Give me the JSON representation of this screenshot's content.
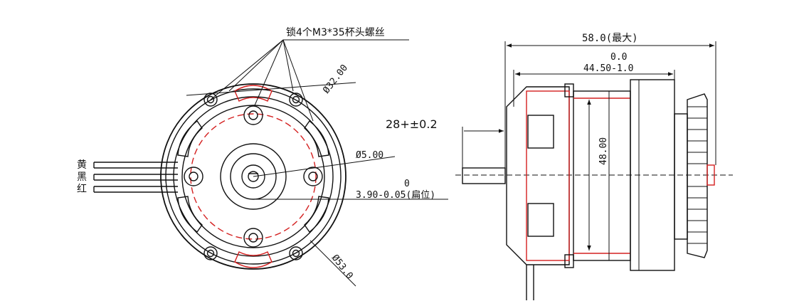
{
  "front_view": {
    "screw_note": "锁4个M3*35杯头螺丝",
    "dia_32": "Ø32.00",
    "dia_5": "Ø5.00",
    "dia_53": "Ø53.0",
    "flat_tol_upper": "0",
    "flat_dim": "3.90-0.05(扁位)",
    "wire_labels": [
      "黄",
      "黑",
      "红"
    ]
  },
  "side_view": {
    "overall_length": "58.0(最大)",
    "body_tol_upper": "0.0",
    "body_length": "44.50-1.0",
    "shaft_length": "28+±0.2",
    "height": "48.00"
  },
  "colors": {
    "line": "#111111",
    "red": "#d42020"
  }
}
